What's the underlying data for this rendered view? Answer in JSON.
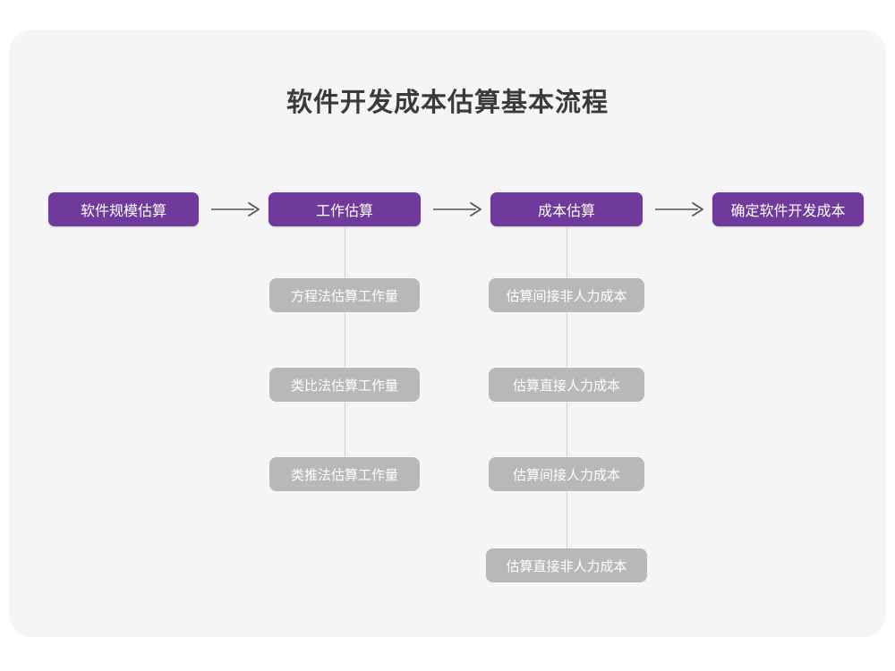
{
  "diagram": {
    "title": "软件开发成本估算基本流程",
    "colors": {
      "canvas": "#ffffff",
      "card": "#f5f5f5",
      "primary_node": "#6f3a9c",
      "sub_node": "#b8b8b8",
      "node_text": "#ffffff",
      "title_text": "#3a3a3a",
      "connector_line": "#cfcfcf",
      "arrow": "#555555"
    },
    "main_flow": [
      {
        "id": "scale",
        "label": "软件规模估算"
      },
      {
        "id": "effort",
        "label": "工作估算"
      },
      {
        "id": "cost",
        "label": "成本估算"
      },
      {
        "id": "final",
        "label": "确定软件开发成本"
      }
    ],
    "arrows": [
      {
        "id": "arrow-1",
        "glyph": "arrow-right-icon",
        "from": "软件规模估算",
        "to": "工作估算"
      },
      {
        "id": "arrow-2",
        "glyph": "arrow-right-icon",
        "from": "工作估算",
        "to": "成本估算"
      },
      {
        "id": "arrow-3",
        "glyph": "arrow-right-icon",
        "from": "成本估算",
        "to": "确定软件开发成本"
      }
    ],
    "branches": [
      {
        "parent": "工作估算",
        "items": [
          {
            "id": "eq",
            "label": "方程法估算工作量"
          },
          {
            "id": "analogy",
            "label": "类比法估算工作量"
          },
          {
            "id": "deduce",
            "label": "类推法估算工作量"
          }
        ]
      },
      {
        "parent": "成本估算",
        "items": [
          {
            "id": "ind-non",
            "label": "估算间接非人力成本"
          },
          {
            "id": "dir-lab",
            "label": "估算直接人力成本"
          },
          {
            "id": "ind-lab",
            "label": "估算间接人力成本"
          },
          {
            "id": "dir-non",
            "label": "估算直接非人力成本"
          }
        ]
      }
    ]
  }
}
